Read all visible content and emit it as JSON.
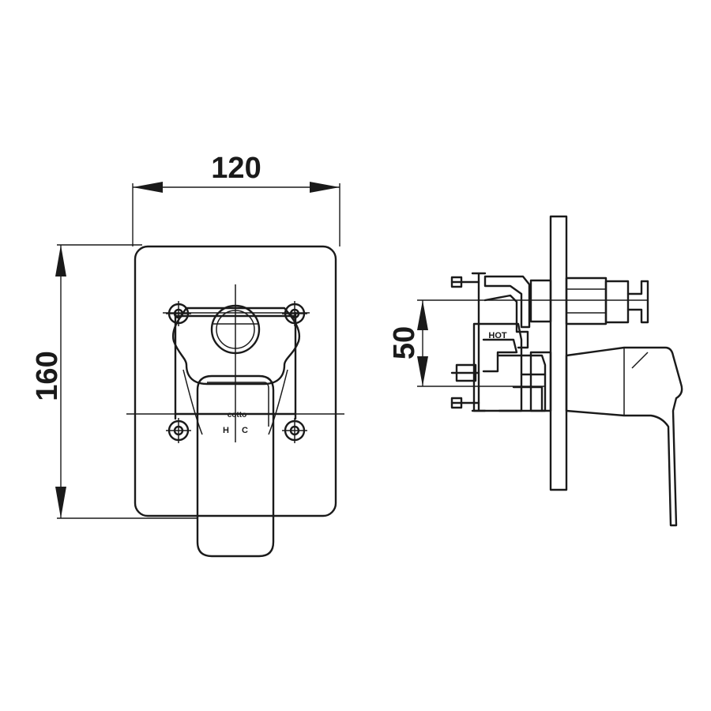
{
  "dimensions": {
    "width": "120",
    "height": "160",
    "offset": "50"
  },
  "labels": {
    "brand_mark": "cotto",
    "hot_label": "HOT",
    "hot_symbol": "H",
    "cold_symbol": "C"
  }
}
